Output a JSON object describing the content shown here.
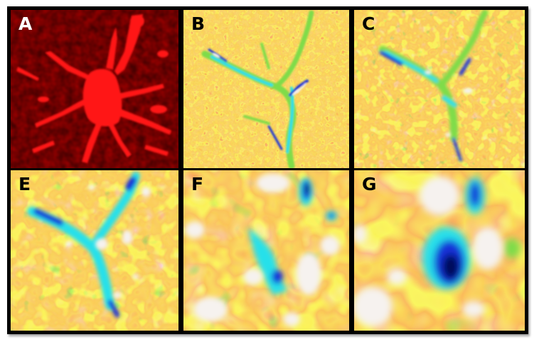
{
  "figure": {
    "panels": [
      {
        "id": "A",
        "label": "A",
        "description_colormap": "red"
      },
      {
        "id": "B",
        "label": "B",
        "description_colormap": "jet-like"
      },
      {
        "id": "C",
        "label": "C",
        "description_colormap": "jet-like"
      },
      {
        "id": "E",
        "label": "E",
        "description_colormap": "jet-like"
      },
      {
        "id": "F",
        "label": "F",
        "description_colormap": "jet-like"
      },
      {
        "id": "G",
        "label": "G",
        "description_colormap": "jet-like"
      }
    ]
  },
  "colors": {
    "frame": "#000000",
    "red_bg": "#5a0000",
    "red_signal": "#ff1a1a",
    "heat_bg": "#f59a1e",
    "heat_red": "#e8301a",
    "heat_yellow": "#f7e01a",
    "heat_green": "#7fdc4a",
    "heat_cyan": "#25e0ea",
    "heat_blue": "#1430d8",
    "heat_navy": "#050a5a",
    "heat_white": "#f6f2ef"
  }
}
